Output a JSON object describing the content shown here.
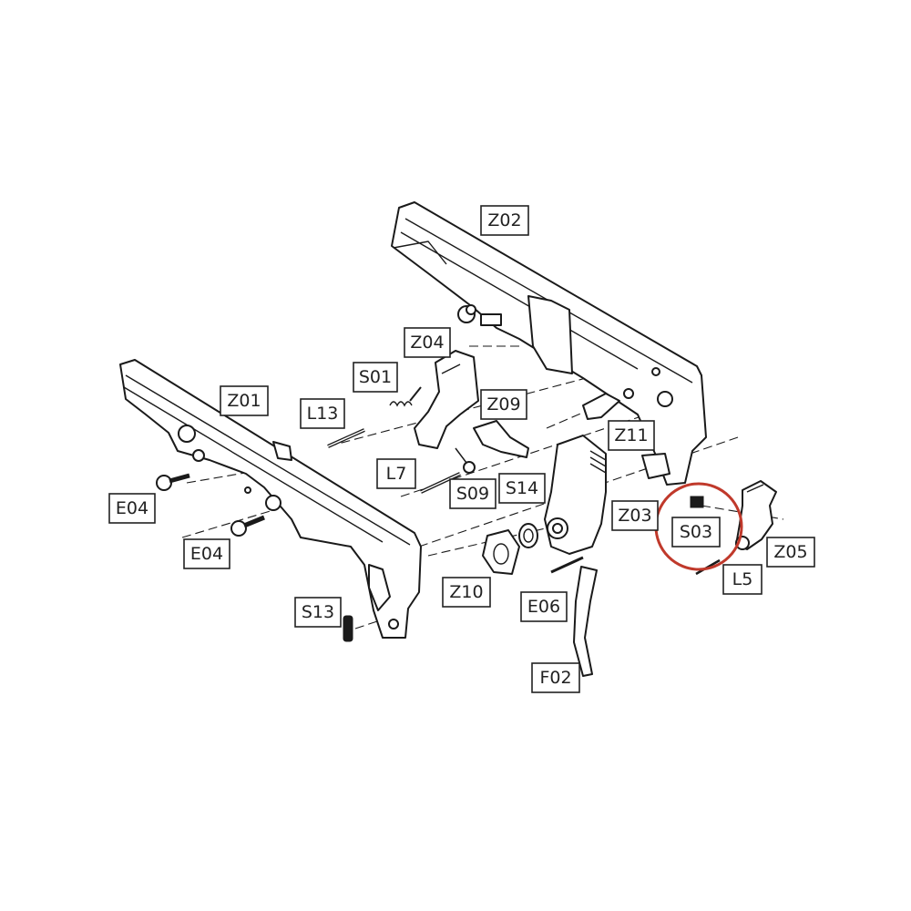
{
  "labels": [
    {
      "id": "Z02",
      "text": "Z02"
    },
    {
      "id": "Z04",
      "text": "Z04"
    },
    {
      "id": "S01",
      "text": "S01"
    },
    {
      "id": "Z01",
      "text": "Z01"
    },
    {
      "id": "L13",
      "text": "L13"
    },
    {
      "id": "Z09",
      "text": "Z09"
    },
    {
      "id": "Z11",
      "text": "Z11"
    },
    {
      "id": "L7",
      "text": "L7"
    },
    {
      "id": "S09",
      "text": "S09"
    },
    {
      "id": "S14",
      "text": "S14"
    },
    {
      "id": "Z03",
      "text": "Z03"
    },
    {
      "id": "S03",
      "text": "S03"
    },
    {
      "id": "E04a",
      "text": "E04"
    },
    {
      "id": "E04b",
      "text": "E04"
    },
    {
      "id": "Z05",
      "text": "Z05"
    },
    {
      "id": "L5",
      "text": "L5"
    },
    {
      "id": "Z10",
      "text": "Z10"
    },
    {
      "id": "E06",
      "text": "E06"
    },
    {
      "id": "S13",
      "text": "S13"
    },
    {
      "id": "F02",
      "text": "F02"
    }
  ],
  "highlight": {
    "target": "S03",
    "color": "#c0392b"
  }
}
